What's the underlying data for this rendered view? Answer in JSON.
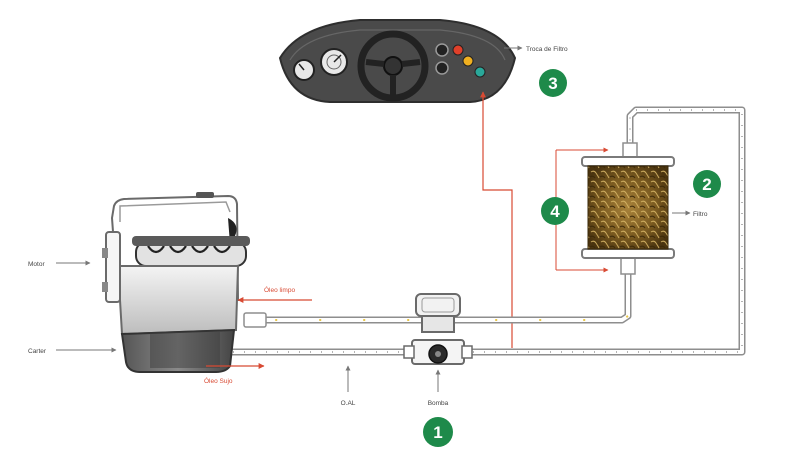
{
  "labels": {
    "motor": "Motor",
    "carter": "Carter",
    "oleo_limpo": "Óleo limpo",
    "oleo_sujo": "Óleo Sujo",
    "oal": "O.AL",
    "bomba": "Bomba",
    "troca_filtro": "Troca de Filtro",
    "filtro": "Filtro"
  },
  "badges": {
    "b1": "1",
    "b2": "2",
    "b3": "3",
    "b4": "4"
  },
  "colors": {
    "badge_green": "#1e8a4a",
    "arrow_red": "#d84a33",
    "pipe_outline": "#8e8e8e",
    "oil_dot": "#e8c64a",
    "dashboard": "#4a4a4a",
    "light_red": "#e0402a",
    "light_yellow": "#f0b020",
    "light_teal": "#2aa89a",
    "filter_media": "#7a5a20"
  }
}
